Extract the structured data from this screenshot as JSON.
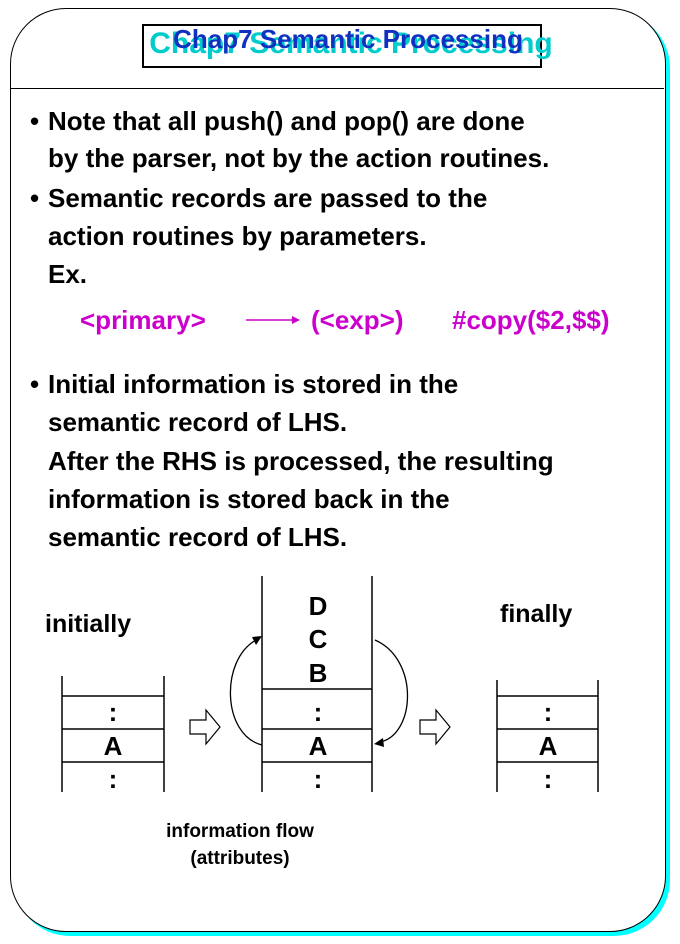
{
  "title": "Chap7  Semantic Processing",
  "bullets": [
    {
      "lines": [
        "Note that all push() and pop() are done",
        "by the parser, not by the action routines."
      ]
    },
    {
      "lines": [
        "Semantic records are passed to the",
        "action routines by parameters.",
        "Ex."
      ]
    },
    {
      "lines": [
        "Initial information is stored in the",
        "semantic record of LHS.",
        "After the RHS is processed, the resulting",
        "information is stored back in the",
        "semantic record of LHS."
      ]
    }
  ],
  "example": {
    "lhs": "<primary>",
    "rhs": "(<exp>)",
    "action": "#copy($2,$$)"
  },
  "diagram": {
    "initially_label": "initially",
    "finally_label": "finally",
    "left_stack": [
      ":",
      "A",
      ":"
    ],
    "middle_stack": [
      "D",
      "C",
      "B",
      ":",
      "A",
      ":"
    ],
    "right_stack": [
      ":",
      "A",
      ":"
    ],
    "caption": [
      "information flow",
      "(attributes)"
    ]
  },
  "colors": {
    "title": "#1030c0",
    "title_shadow": "#00cccc",
    "example": "#cc00cc",
    "frame_shadow": "#00ffff"
  }
}
